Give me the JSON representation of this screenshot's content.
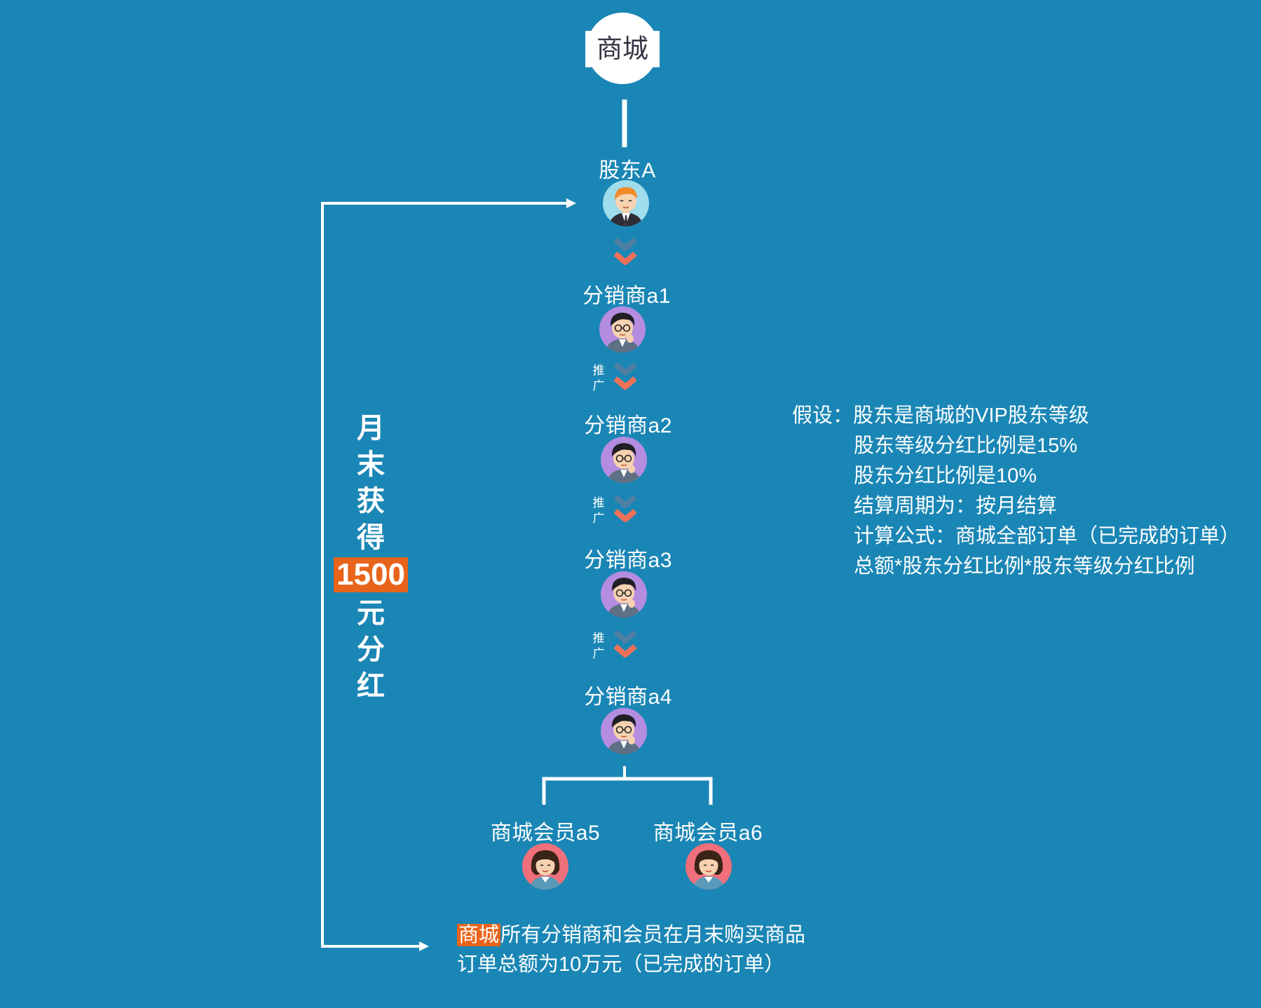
{
  "mall": {
    "label": "商城"
  },
  "nodes": {
    "shareholder": "股东A",
    "a1": "分销商a1",
    "a2": "分销商a2",
    "a3": "分销商a3",
    "a4": "分销商a4",
    "a5": "商城会员a5",
    "a6": "商城会员a6"
  },
  "promote_label_top": "推",
  "promote_label_bottom": "广",
  "dividend_side": {
    "chars_before": [
      "月",
      "末",
      "获",
      "得"
    ],
    "amount": "1500",
    "chars_after": [
      "元",
      "分",
      "红"
    ]
  },
  "assumptions": {
    "title": "假设：",
    "lines": [
      "股东是商城的VIP股东等级",
      "股东等级分红比例是15%",
      "股东分红比例是10%",
      "结算周期为：按月结算",
      "计算公式：商城全部订单（已完成的订单）",
      "总额*股东分红比例*股东等级分红比例"
    ]
  },
  "bottom_note": {
    "highlight": "商城",
    "line1_rest": "所有分销商和会员在月末购买商品",
    "line2": "订单总额为10万元（已完成的订单）"
  },
  "colors": {
    "background": "#1a86b5",
    "highlight": "#e8641b",
    "chevron_top": "#4f7fa3",
    "chevron_bottom": "#f07158",
    "avatar_shareholder_bg": "#9fdcec",
    "avatar_distributor_bg": "#b48ce0",
    "avatar_member_bg": "#ef6f7b"
  },
  "icons": {
    "shareholder": "businessman-avatar-icon",
    "distributor": "glasses-man-avatar-icon",
    "member": "woman-avatar-icon",
    "flow": "double-chevron-down-icon"
  }
}
